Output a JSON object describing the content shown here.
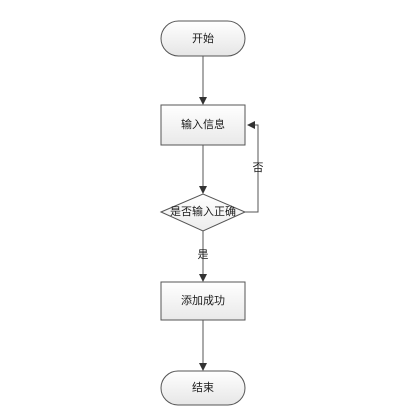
{
  "flowchart": {
    "nodes": {
      "start": {
        "label": "开始",
        "shape": "terminator"
      },
      "input": {
        "label": "输入信息",
        "shape": "process"
      },
      "decision": {
        "label": "是否输入正确",
        "shape": "decision"
      },
      "success": {
        "label": "添加成功",
        "shape": "process"
      },
      "end": {
        "label": "结束",
        "shape": "terminator"
      }
    },
    "edges": [
      {
        "from": "start",
        "to": "input",
        "label": ""
      },
      {
        "from": "input",
        "to": "decision",
        "label": ""
      },
      {
        "from": "decision",
        "to": "input",
        "label": "否"
      },
      {
        "from": "decision",
        "to": "success",
        "label": "是"
      },
      {
        "from": "success",
        "to": "end",
        "label": ""
      }
    ],
    "colors": {
      "stroke": "#555555",
      "fill_light": "#ffffff",
      "fill_dark": "#e6e6e6",
      "arrow": "#333333"
    }
  }
}
